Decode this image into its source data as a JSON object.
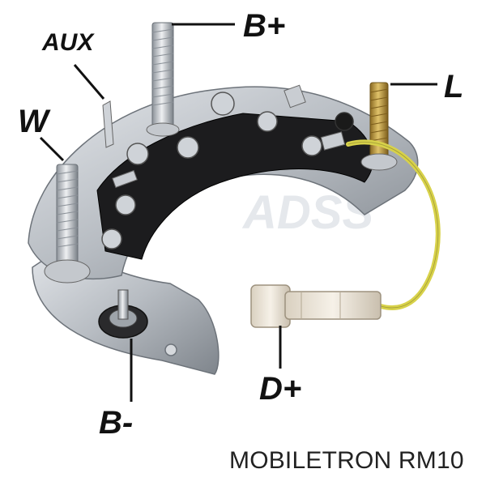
{
  "labels": {
    "b_plus": "B+",
    "aux": "AUX",
    "w": "W",
    "l": "L",
    "d_plus": "D+",
    "b_minus": "B-"
  },
  "caption": "MOBILETRON RM10",
  "watermark": "ADSS",
  "colors": {
    "metal": "#b9bdc2",
    "metal_dark": "#8a8f95",
    "insulator": "#1c1c1e",
    "wire": "#d8d24a",
    "connector": "#ece4d6",
    "brass": "#b8963c"
  }
}
